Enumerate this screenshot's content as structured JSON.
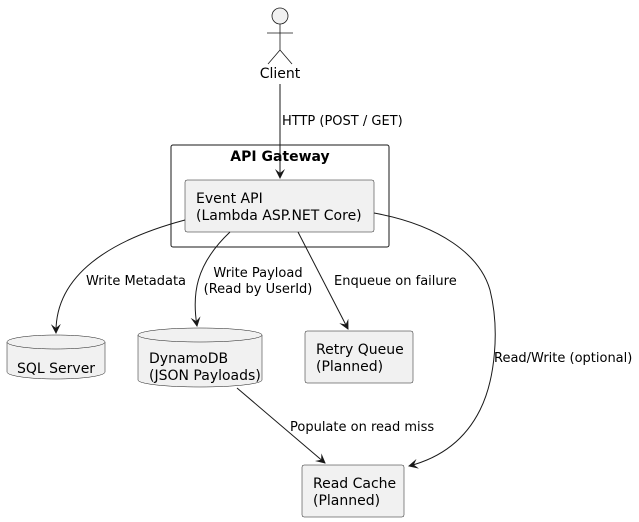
{
  "actor": {
    "label": "Client",
    "icon": "stick-figure-icon"
  },
  "container": {
    "title": "API Gateway"
  },
  "nodes": {
    "event_api": {
      "lines": [
        "Event API",
        "(Lambda ASP.NET Core)"
      ]
    },
    "sql_server": {
      "lines": [
        "SQL Server"
      ]
    },
    "dynamodb": {
      "lines": [
        "DynamoDB",
        "(JSON Payloads)"
      ]
    },
    "retry_queue": {
      "lines": [
        "Retry Queue",
        "(Planned)"
      ]
    },
    "read_cache": {
      "lines": [
        "Read Cache",
        "(Planned)"
      ]
    }
  },
  "edges": {
    "client_to_api": {
      "lines": [
        "HTTP (POST / GET)"
      ]
    },
    "api_to_sql": {
      "lines": [
        "Write Metadata"
      ]
    },
    "api_to_dynamo": {
      "lines": [
        "Write Payload",
        "(Read by UserId)"
      ]
    },
    "api_to_retry": {
      "lines": [
        "Enqueue on failure"
      ]
    },
    "api_to_cache": {
      "lines": [
        "Read/Write (optional)"
      ]
    },
    "dynamo_to_cache": {
      "lines": [
        "Populate on read miss"
      ]
    }
  },
  "colors": {
    "node_fill": "#f1f1f1",
    "stroke": "#181818",
    "background": "#ffffff"
  }
}
